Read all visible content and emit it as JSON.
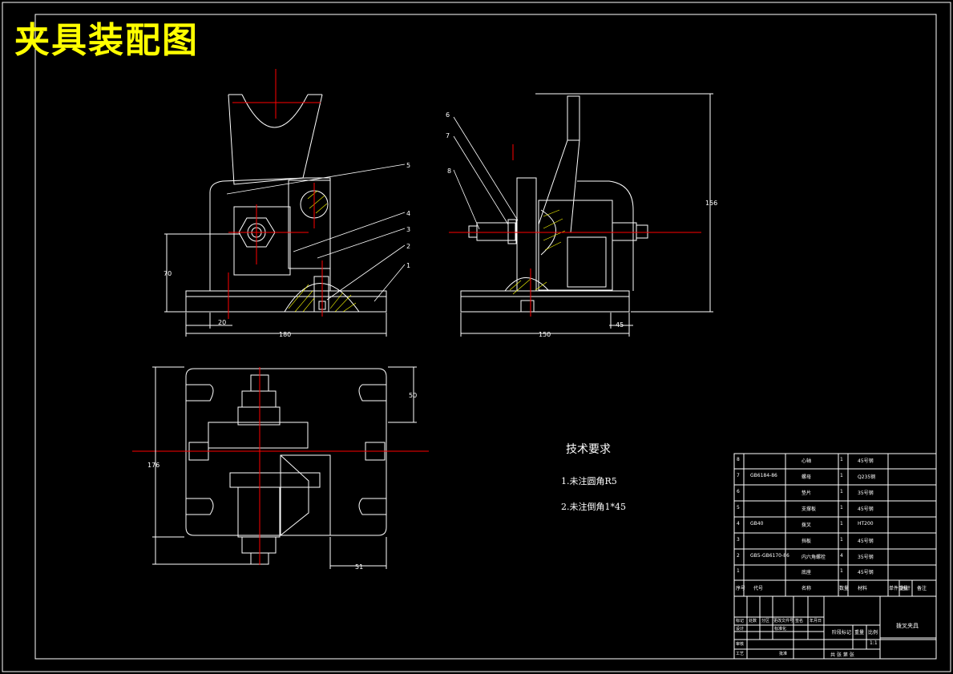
{
  "title": "夹具装配图",
  "colors": {
    "background": "#000000",
    "outline": "#ffffff",
    "title": "#ffff00",
    "centerline": "#ff0000",
    "leader": "#ffffff"
  },
  "dimensions": {
    "front_height": "70",
    "front_offset": "20",
    "front_width": "180",
    "side_width": "150",
    "side_offset": "45",
    "side_height": "156",
    "top_width": "176",
    "top_depth": "50",
    "top_offset": "51"
  },
  "part_labels": [
    "1",
    "2",
    "3",
    "4",
    "5",
    "6",
    "7",
    "8"
  ],
  "tech_requirements": {
    "title": "技术要求",
    "items": [
      "1.未注圆角R5",
      "2.未注倒角1*45"
    ]
  },
  "bom": {
    "rows": [
      {
        "no": "8",
        "code": "",
        "name": "心轴",
        "qty": "1",
        "material": "45号钢"
      },
      {
        "no": "7",
        "code": "GB6184-86",
        "name": "螺母",
        "qty": "1",
        "material": "Q235钢"
      },
      {
        "no": "6",
        "code": "",
        "name": "垫片",
        "qty": "1",
        "material": "35号钢"
      },
      {
        "no": "5",
        "code": "",
        "name": "支撑板",
        "qty": "1",
        "material": "45号钢"
      },
      {
        "no": "4",
        "code": "GB40",
        "name": "拨叉",
        "qty": "1",
        "material": "HT200"
      },
      {
        "no": "3",
        "code": "",
        "name": "挡板",
        "qty": "1",
        "material": "45号钢"
      },
      {
        "no": "2",
        "code": "GB5-GB6170-86",
        "name": "内六角螺栓",
        "qty": "4",
        "material": "35号钢"
      },
      {
        "no": "1",
        "code": "",
        "name": "底座",
        "qty": "1",
        "material": "45号钢"
      }
    ],
    "header": {
      "no": "序号",
      "code": "代号",
      "name": "名称",
      "qty": "数量",
      "material": "材料",
      "unit_weight": "单件重量",
      "total_weight": "总计",
      "remark": "备注"
    }
  },
  "title_block": {
    "drawing_name": "拨叉夹具",
    "stage_label": "阶段标记",
    "weight_label": "重量",
    "scale_label": "比例",
    "scale": "1:1",
    "design_label": "设计",
    "check_label": "审核",
    "process_label": "工艺",
    "approve_label": "批准",
    "sheet_label": "共 张 第 张",
    "mark_label": "标记",
    "count_label": "处数",
    "zone_label": "分区",
    "change_label": "更改文件号",
    "sign_label": "签名",
    "date_label": "年月日",
    "std_label": "标准化"
  }
}
